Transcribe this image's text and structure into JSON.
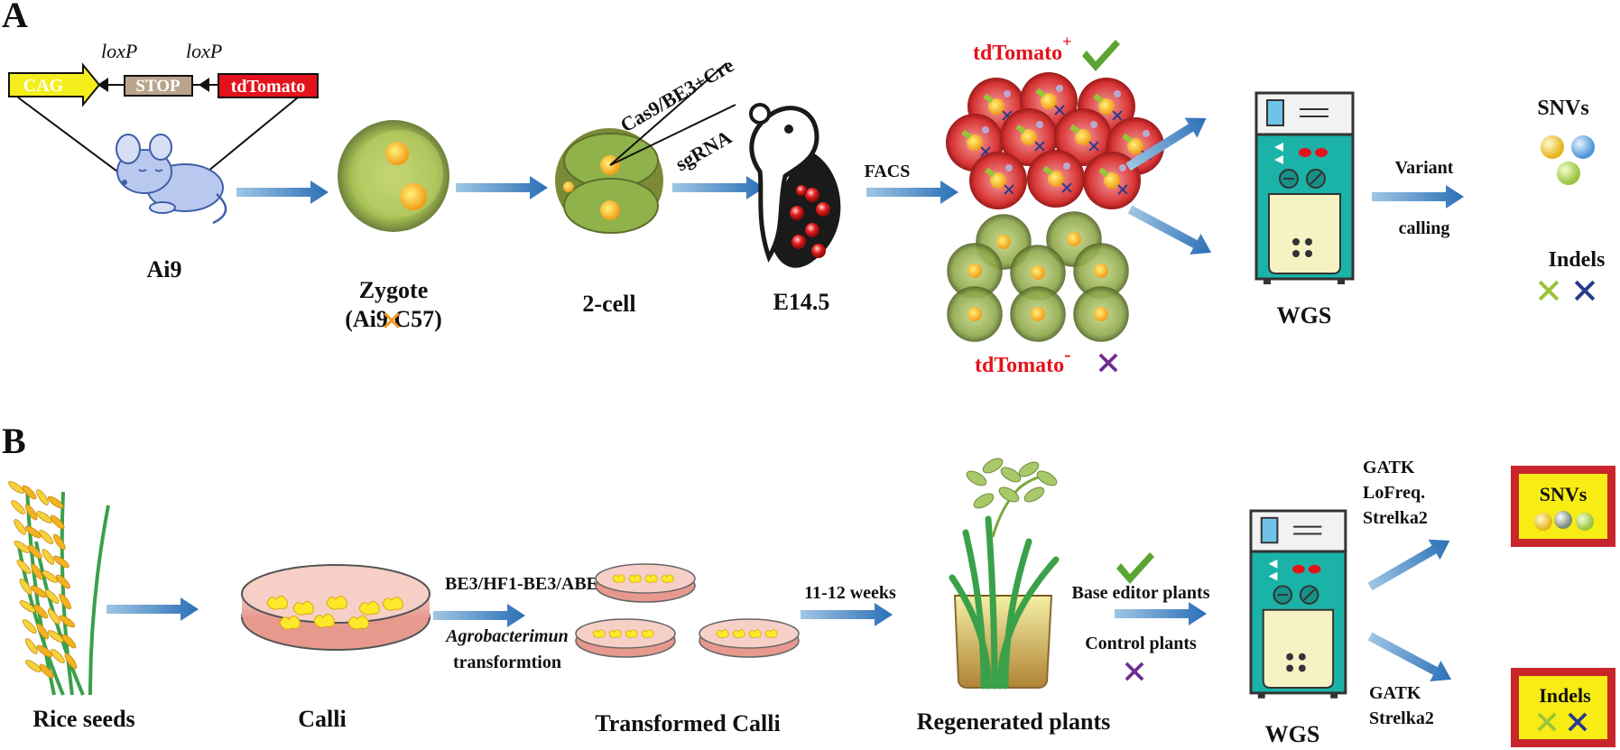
{
  "panel_a": {
    "letter": "A",
    "construct": {
      "cag": "CAG",
      "stop": "STOP",
      "tdtomato": "tdTomato",
      "loxp_1": "loxP",
      "loxp_2": "loxP"
    },
    "labels": {
      "ai9": "Ai9",
      "zygote": "Zygote",
      "zygote_cross": "(Ai9  C57)",
      "two_cell": "2-cell",
      "e145": "E14.5",
      "injection_1": "Cas9/BE3+Cre",
      "injection_2": "sgRNA",
      "facs": "FACS",
      "tdtomato_pos": "tdTomato",
      "pos_sup": "+",
      "tdtomato_neg": "tdTomato",
      "neg_sup": "-",
      "wgs": "WGS",
      "variant": "Variant",
      "calling": "calling",
      "snvs": "SNVs",
      "indels": "Indels"
    }
  },
  "panel_b": {
    "letter": "B",
    "labels": {
      "rice_seeds": "Rice seeds",
      "calli": "Calli",
      "editors": "BE3/HF1-BE3/ABE",
      "agro": "Agrobacterimun",
      "transformation": "transformtion",
      "transformed_calli": "Transformed Calli",
      "weeks": "11-12 weeks",
      "regenerated": "Regenerated plants",
      "base_editor_plants": "Base editor plants",
      "control_plants": "Control plants",
      "wgs": "WGS",
      "tools_top_1": "GATK",
      "tools_top_2": "LoFreq.",
      "tools_top_3": "Strelka2",
      "tools_bottom_1": "GATK",
      "tools_bottom_2": "Strelka2",
      "snvs": "SNVs",
      "indels": "Indels"
    }
  },
  "colors": {
    "cag_yellow": "#f5ee1d",
    "stop_tan": "#b9a58c",
    "tdtomato_red": "#e3121b",
    "arrow_blue": "#3b7fc0",
    "sequencer_teal": "#1bb3a8",
    "check_green": "#5aa532",
    "cross_purple": "#6f2c91",
    "cross_green": "#9ac43a",
    "cross_navy": "#283a8c",
    "box_red": "#c9262c",
    "box_yellow": "#f7ec13"
  }
}
